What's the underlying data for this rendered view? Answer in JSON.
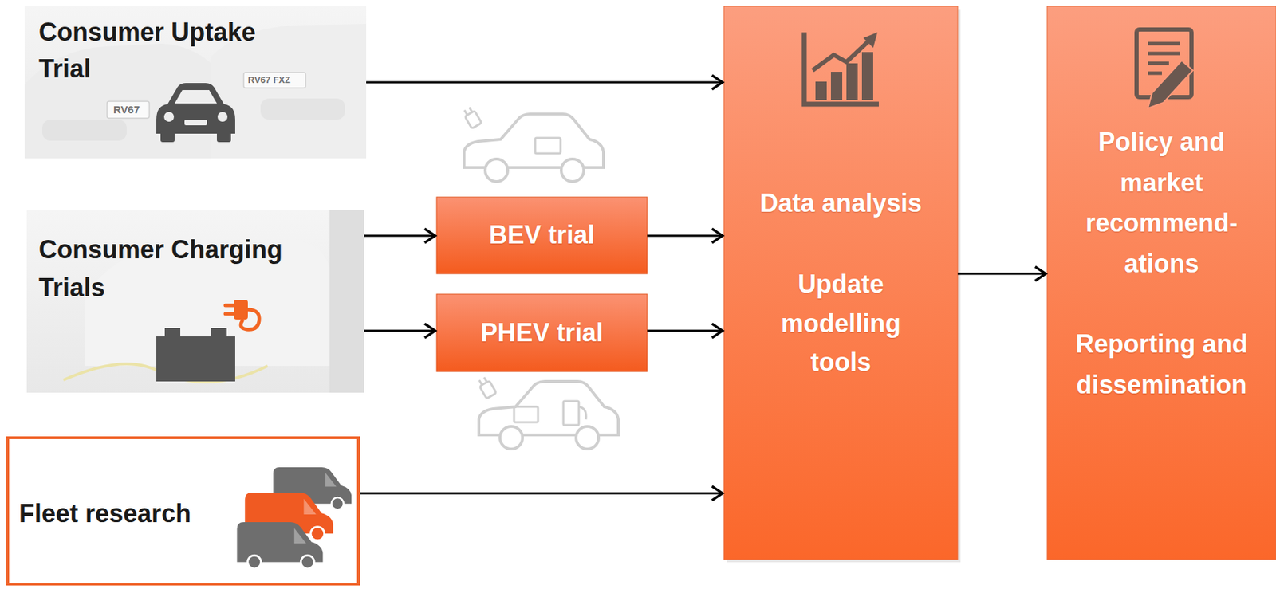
{
  "diagram": {
    "nodes": [
      {
        "text": [
          "Consumer Uptake Trial"
        ]
      },
      {
        "text": [
          "Consumer Charging Trials"
        ]
      },
      {
        "text": [
          "BEV trial"
        ]
      },
      {
        "text": [
          "PHEV trial"
        ]
      },
      {
        "text": [
          "Fleet research"
        ]
      },
      {
        "text": [
          "Data analysis",
          "Update modelling tools"
        ]
      },
      {
        "text": [
          "Policy and market recommend- ations",
          "Reporting and dissemination"
        ]
      }
    ],
    "edges": [
      {
        "from": 0,
        "to": 5,
        "arrow": "to"
      },
      {
        "from": 1,
        "to": 2,
        "arrow": "to"
      },
      {
        "from": 1,
        "to": 3,
        "arrow": "to"
      },
      {
        "from": 2,
        "to": 5,
        "arrow": "to"
      },
      {
        "from": 3,
        "to": 5,
        "arrow": "to"
      },
      {
        "from": 4,
        "to": 5,
        "arrow": "to"
      },
      {
        "from": 5,
        "to": 6,
        "arrow": "to"
      }
    ],
    "labels": [
      "RV67",
      "RV67 FXZ"
    ]
  }
}
